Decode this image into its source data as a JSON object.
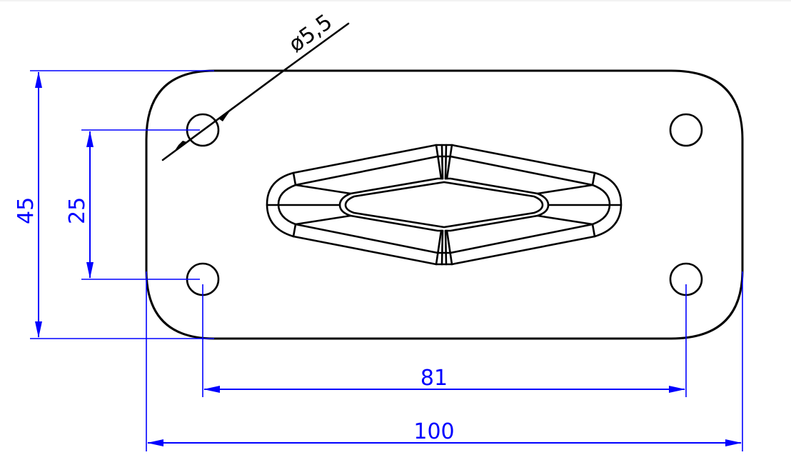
{
  "drawing": {
    "type": "2D mechanical drawing",
    "colors": {
      "geometry": "#000000",
      "dimensions": "#0000ff",
      "background": "#ffffff"
    },
    "part": {
      "shape": "rounded rectangle plate",
      "overall_width": 100,
      "overall_height": 45,
      "holes_count": 4,
      "hole_diameter": 5.5,
      "hole_spacing_horizontal": 81,
      "hole_spacing_vertical": 25,
      "center_feature": "elongated diamond slot with chamfered/beveled walls"
    },
    "dimensions": {
      "overall_height_label": "45",
      "hole_vertical_spacing_label": "25",
      "hole_diameter_label": "ø5,5",
      "hole_horizontal_spacing_label": "81",
      "overall_width_label": "100"
    }
  }
}
